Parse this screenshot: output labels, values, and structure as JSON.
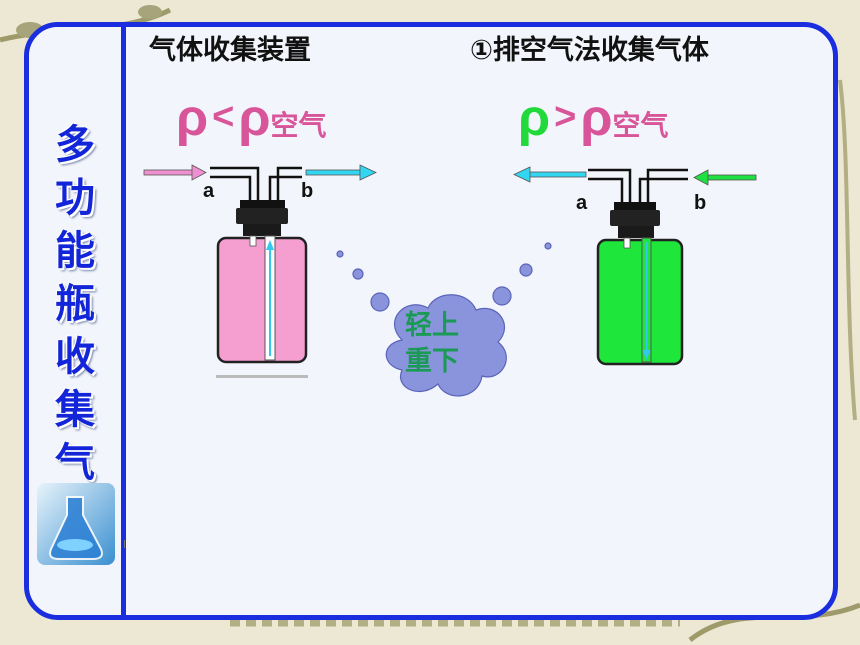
{
  "sidebar": {
    "title_chars": [
      "多",
      "功",
      "能",
      "瓶",
      "收",
      "集",
      "气",
      "体"
    ]
  },
  "headings": {
    "left": "气体收集装置",
    "right": "①排空气法收集气体"
  },
  "left_setup": {
    "rho": "ρ",
    "operator": "<",
    "rho_ref": "ρ",
    "rho_ref_sub": "空气",
    "port_a": "a",
    "port_b": "b",
    "liquid_color": "#f59ed0",
    "formula_color": "#d9559a",
    "arrow_in_color": "#ef8fd0",
    "arrow_out_color": "#33d6f0"
  },
  "right_setup": {
    "rho": "ρ",
    "operator": ">",
    "rho_ref": "ρ",
    "rho_ref_sub": "空气",
    "port_a": "a",
    "port_b": "b",
    "liquid_color": "#1fe63a",
    "formula_rho_color": "#22d93b",
    "formula_ref_color": "#d9559a",
    "arrow_in_color": "#1ee040",
    "arrow_out_color": "#33d6f0"
  },
  "cloud": {
    "line1": "轻上",
    "line2": "重下",
    "color": "#8a94dc"
  },
  "colors": {
    "frame": "#1a2ee0",
    "title": "#1325d8"
  }
}
